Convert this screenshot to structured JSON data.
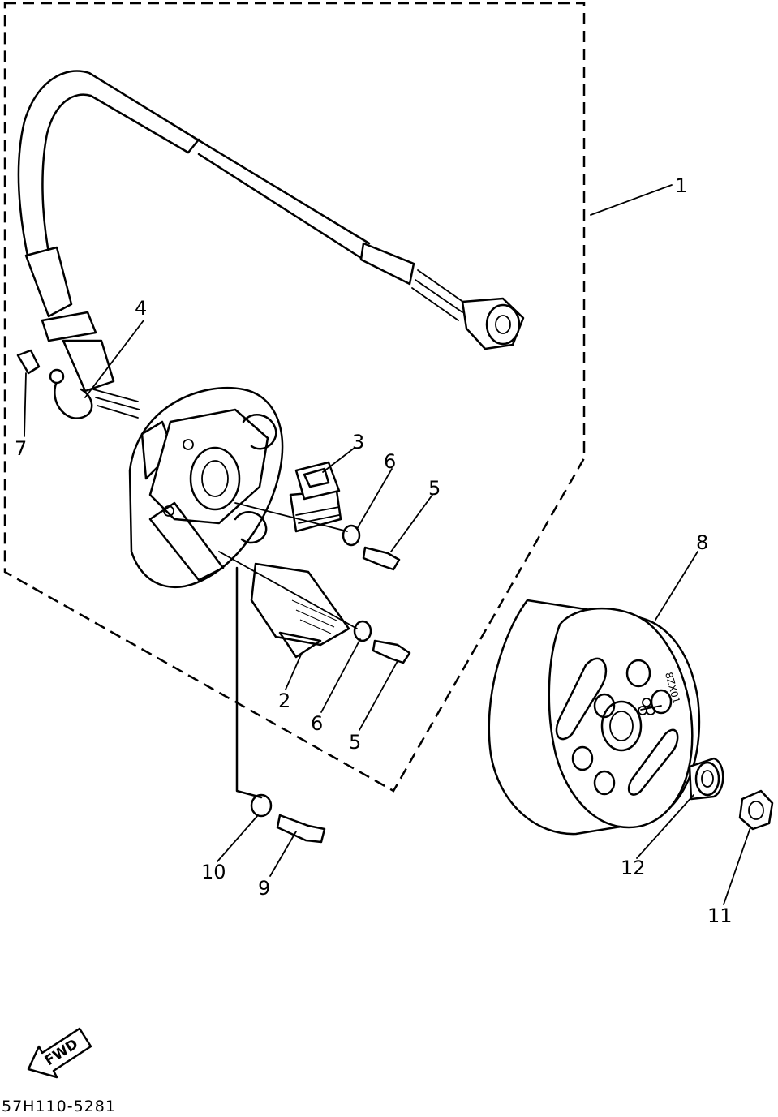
{
  "diagram": {
    "callouts": [
      {
        "id": "1",
        "label": "1"
      },
      {
        "id": "2",
        "label": "2"
      },
      {
        "id": "3",
        "label": "3"
      },
      {
        "id": "4",
        "label": "4"
      },
      {
        "id": "5a",
        "label": "5"
      },
      {
        "id": "5b",
        "label": "5"
      },
      {
        "id": "6a",
        "label": "6"
      },
      {
        "id": "6b",
        "label": "6"
      },
      {
        "id": "7",
        "label": "7"
      },
      {
        "id": "8",
        "label": "8"
      },
      {
        "id": "9",
        "label": "9"
      },
      {
        "id": "10",
        "label": "10"
      },
      {
        "id": "11",
        "label": "11"
      },
      {
        "id": "12",
        "label": "12"
      }
    ],
    "fwd_label": "FWD",
    "reference_code": "57H110-5281",
    "rotor_stamp": "8ZX01"
  }
}
